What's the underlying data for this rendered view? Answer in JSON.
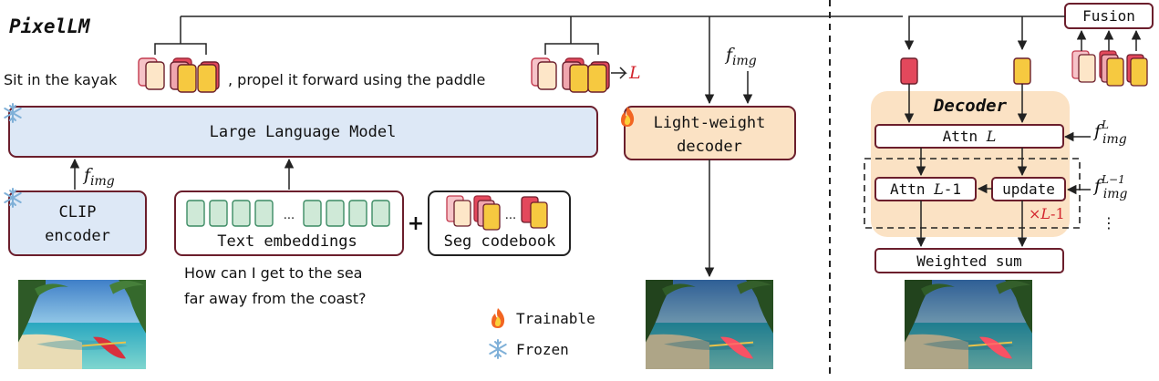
{
  "title": "PixelLM",
  "instruction": {
    "prefix": "Sit in the kayak",
    "suffix": ", propel it forward using the paddle"
  },
  "loss_symbol": "L",
  "f_img": {
    "base": "f",
    "sub": "img"
  },
  "llm_label": "Large Language Model",
  "clip_label": {
    "line1": "CLIP",
    "line2": "encoder"
  },
  "text_embeddings_label": "Text embeddings",
  "seg_codebook_label": "Seg codebook",
  "plus_sign": "+",
  "ellipsis": "...",
  "question": {
    "line1": "How can I get to the sea",
    "line2": "far away from the coast?"
  },
  "decoder_small": {
    "line1": "Light-weight",
    "line2": "decoder"
  },
  "legend": {
    "trainable": "Trainable",
    "frozen": "Frozen"
  },
  "right_panel": {
    "fusion": "Fusion",
    "decoder_title": "Decoder",
    "attn_L": {
      "text": "Attn ",
      "var": "L"
    },
    "attn_L1": {
      "text": "Attn ",
      "var": "L",
      "suffix": "-1"
    },
    "update": "update",
    "times": {
      "sign": "×",
      "var": "L",
      "suffix": "-1"
    },
    "weighted_sum": "Weighted sum",
    "f_L": {
      "base": "f",
      "sub": "img",
      "sup": "L"
    },
    "f_L1": {
      "base": "f",
      "sub": "img",
      "sup": "L−1"
    },
    "vdots": "⋮"
  },
  "colors": {
    "llm_fill": "#dde8f6",
    "decoder_fill": "#fbe2c4",
    "box_border": "#6b1e2c",
    "embed_fill": "#cfe9d7",
    "embed_border": "#3c8b64",
    "loss_red": "#d3262e",
    "token_red": "#e3485c",
    "token_yellow": "#f6c940",
    "token_cream": "#fde6c8",
    "token_pink": "#f0a6ae"
  }
}
